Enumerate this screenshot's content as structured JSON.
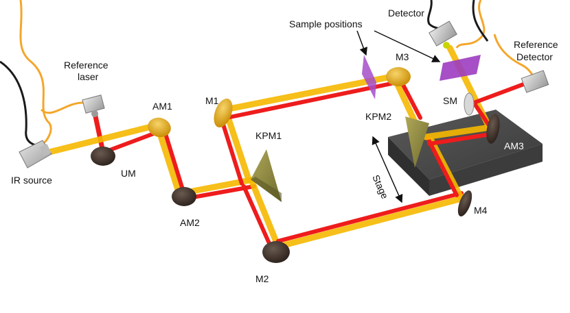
{
  "labels": {
    "ir_source": "IR source",
    "reference_laser": [
      "Reference",
      "laser"
    ],
    "um": "UM",
    "am1": "AM1",
    "am2": "AM2",
    "m1": "M1",
    "m2": "M2",
    "m3": "M3",
    "m4": "M4",
    "kpm1": "KPM1",
    "kpm2": "KPM2",
    "sample_positions": "Sample positions",
    "detector": "Detector",
    "reference_detector": [
      "Reference",
      "Detector"
    ],
    "sm": "SM",
    "am3": "AM3",
    "stage": "Stage"
  },
  "colors": {
    "ir_beam": "#f5b800",
    "ref_beam": "#ee1c1c",
    "mirror_gold": "#e0a400",
    "mirror_dark": "#3a2a22",
    "prism": "#8f8a3c",
    "sample": "#a64cc8",
    "stage": "#4a4a4a",
    "cable_orange": "#f4a62a",
    "cable_black": "#1a1a1a"
  }
}
